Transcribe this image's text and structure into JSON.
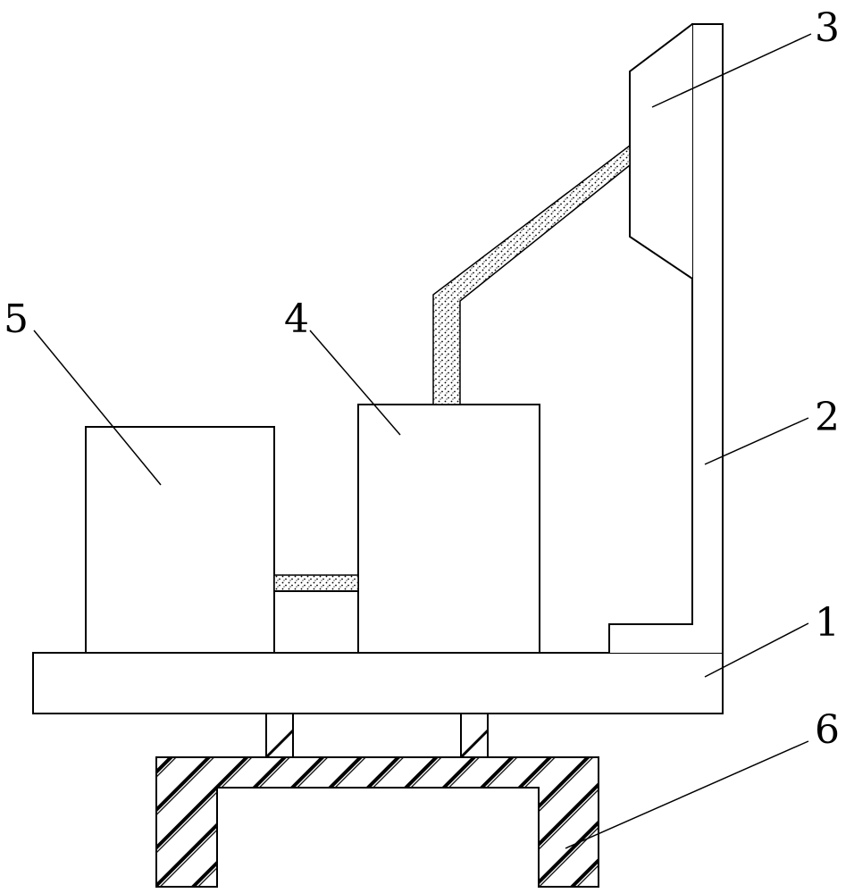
{
  "labels": {
    "base_plate": "1",
    "upright": "2",
    "head_unit": "3",
    "center_block": "4",
    "left_block": "5",
    "bottom_support": "6"
  }
}
